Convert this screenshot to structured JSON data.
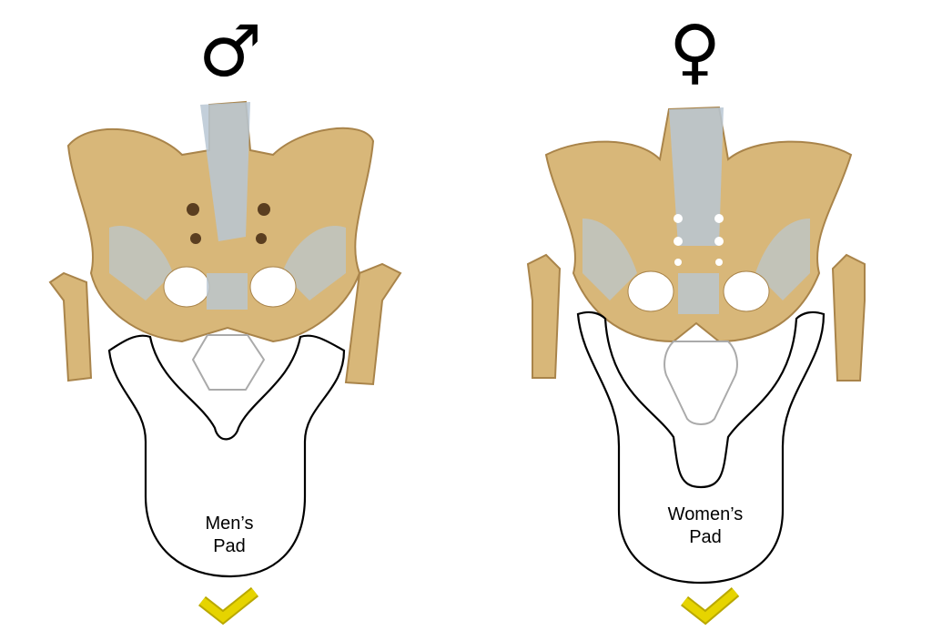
{
  "men": {
    "symbol": "♂",
    "label_line1": "Men’s",
    "label_line2": "Pad"
  },
  "women": {
    "symbol": "♀",
    "label_line1": "Women’s",
    "label_line2": "Pad"
  },
  "colors": {
    "bone": "#d8b779",
    "bone_dark": "#a9844a",
    "ligament": "#b9c7d3",
    "check": "#e6d400",
    "check_edge": "#b9a800",
    "outline": "#000000"
  }
}
